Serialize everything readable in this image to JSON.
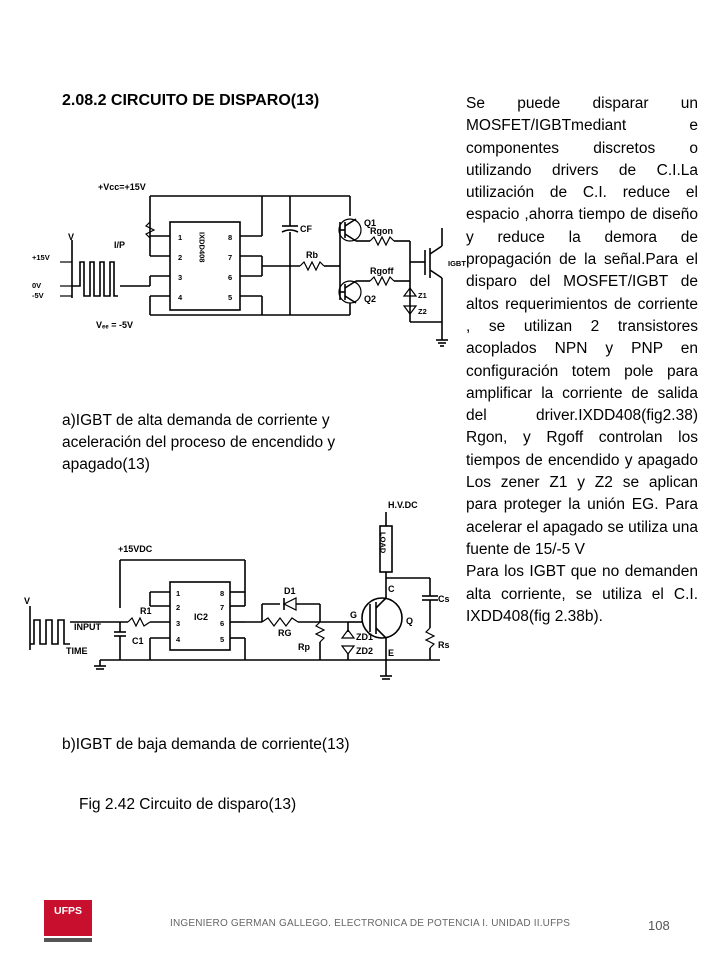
{
  "heading": "2.08.2 CIRCUITO DE DISPARO(13)",
  "body_paragraphs": [
    "Se puede disparar un MOSFET/IGBTmediant e componentes discretos o utilizando drivers de C.I.La utilización de C.I. reduce el espacio ,ahorra tiempo de diseño y reduce la demora de propagación de la señal.Para el disparo del MOSFET/IGBT de altos requerimientos de corriente , se utilizan 2 transistores acoplados NPN y PNP en configuración totem pole para amplificar la corriente de salida del driver.IXDD408(fig2.38) Rgon, y Rgoff controlan los tiempos de encendido y apagado Los zener Z1 y Z2 se aplican para proteger la unión EG. Para acelerar el apagado se utiliza una fuente de 15/-5 V",
    "Para los IGBT que no demanden alta corriente, se utiliza el C.I. IXDD408(fig 2.38b)."
  ],
  "caption_a": "a)IGBT de alta demanda de corriente y aceleración del proceso de encendido y apagado(13)",
  "caption_b": "b)IGBT de baja demanda de corriente(13)",
  "figure_caption": "Fig 2.42 Circuito de disparo(13)",
  "footer": "INGENIERO GERMAN GALLEGO. ELECTRONICA DE POTENCIA I. UNIDAD II.UFPS",
  "page_number": "108",
  "logo_text": "UFPS",
  "circuit_a": {
    "vcc": "+Vcc=+15V",
    "vee": "Vₑₑ = -5V",
    "v": "V",
    "plus15": "+15V",
    "zero": "0V",
    "minus5": "-5V",
    "ip": "I/P",
    "ic_label": "IXDD408",
    "pins_left": [
      "1",
      "2",
      "3",
      "4"
    ],
    "pins_right": [
      "8",
      "7",
      "6",
      "5"
    ],
    "cf": "CF",
    "rb": "Rb",
    "q1": "Q1",
    "q2": "Q2",
    "rgon": "Rgon",
    "rgoff": "Rgoff",
    "igbt": "IGBT",
    "z1": "Z1",
    "z2": "Z2"
  },
  "circuit_b": {
    "vdc": "+15VDC",
    "hvdc": "H.V.DC",
    "load": "LOAD",
    "v": "V",
    "input": "INPUT",
    "time": "TIME",
    "r1": "R1",
    "c1": "C1",
    "ic": "IC2",
    "pins_left": [
      "1",
      "2",
      "3",
      "4"
    ],
    "pins_right": [
      "8",
      "7",
      "6",
      "5"
    ],
    "d1": "D1",
    "rg": "RG",
    "rp": "Rp",
    "zd1": "ZD1",
    "zd2": "ZD2",
    "g": "G",
    "c": "C",
    "e": "E",
    "q": "Q",
    "cs": "Cs",
    "rs": "Rs"
  }
}
